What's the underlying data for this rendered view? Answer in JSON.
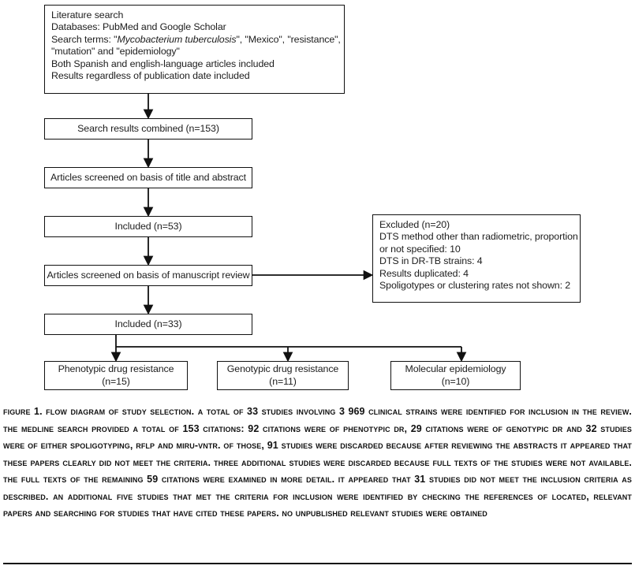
{
  "figure": {
    "nodes": {
      "literature": {
        "name": "Literature search",
        "lines": [
          "Literature search",
          "Databases: PubMed and Google Scholar",
          "Search terms: \"Mycobacterium tuberculosis\", \"Mexico\", \"resistance\",",
          "\"mutation\" and \"epidemiology\"",
          "Both Spanish and english-language articles included",
          "Results regardless of publication date included"
        ],
        "italic_term": "Mycobacterium tuberculosis"
      },
      "search_results": {
        "label": "Search results combined (n=153)",
        "count": 153
      },
      "title_abstract": {
        "label": "Articles screened on basis of title and abstract"
      },
      "included_53": {
        "label": "Included (n=53)",
        "count": 53
      },
      "manuscript_review": {
        "label": "Articles screened on basis of manuscript review"
      },
      "included_33": {
        "label": "Included (n=33)",
        "count": 33
      },
      "excluded": {
        "lines": [
          "Excluded (n=20)",
          "DTS method other than radiometric, proportion",
          "or not specified: 10",
          "DTS in DR-TB strains: 4",
          "Results duplicated: 4",
          "Spoligotypes or clustering rates not shown: 2"
        ],
        "count": 20
      },
      "phenotypic": {
        "title": "Phenotypic drug resistance",
        "count_label": "(n=15)",
        "count": 15
      },
      "genotypic": {
        "title": "Genotypic drug resistance",
        "count_label": "(n=11)",
        "count": 11
      },
      "molecular": {
        "title": "Molecular epidemiology",
        "count_label": "(n=10)",
        "count": 10
      }
    },
    "colors": {
      "border": "#111111",
      "text": "#1d1d1d",
      "background": "#ffffff",
      "caption_text": "#111111"
    }
  },
  "caption": {
    "label": "Figure 1.",
    "text": "Figure 1. Flow diagram of study selection. A total of 33 studies involving 3 969 clinical strains were identified for inclusion in the review. The MEDLINE search provided a total of 153 citations: 92 citations were of phenotypic DR, 29 citations were of genotypic DR and 32 studies were of either spoligotyping, RFLP and MIRU-VNTR. Of those, 91 studies were discarded because after reviewing the abstracts it appeared that these papers clearly did not meet the criteria. Three additional studies were discarded because full texts of the studies were not available. The full texts of the remaining 59 citations were examined in more detail. It appeared that 31 studies did not meet the inclusion criteria as described. An additional five studies that met the criteria for inclusion were identified by checking the references of located, relevant papers and searching for studies that have cited these papers. No unpublished relevant studies were obtained"
  }
}
